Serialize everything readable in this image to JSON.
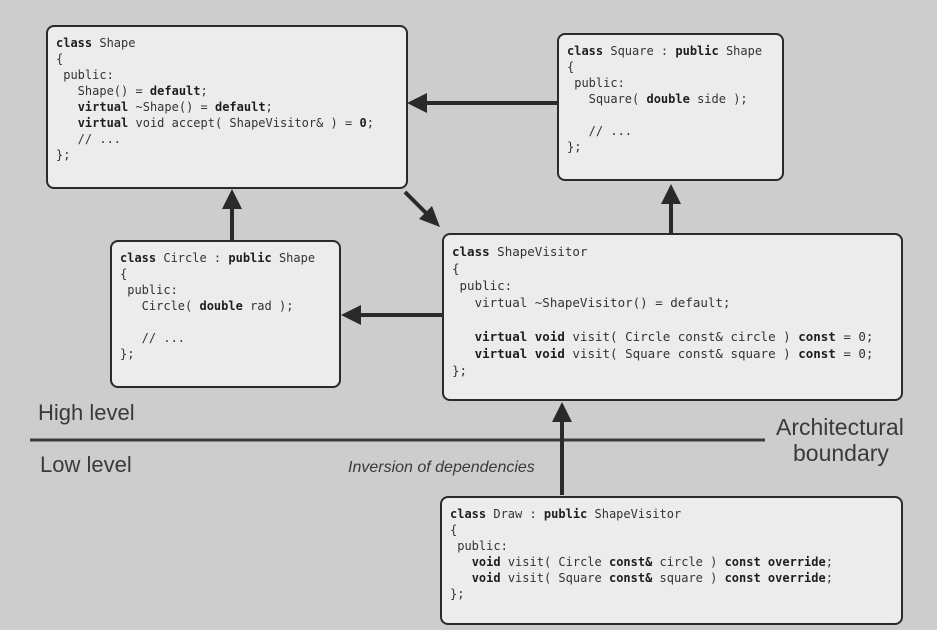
{
  "heading_fragment": "",
  "boxes": {
    "shape": {
      "lines": [
        [
          [
            "kw",
            "class"
          ],
          [
            "t",
            " Shape"
          ]
        ],
        [
          [
            "t",
            "{"
          ]
        ],
        [
          [
            "t",
            " public:"
          ]
        ],
        [
          [
            "t",
            "   Shape() = "
          ],
          [
            "kw",
            "default"
          ],
          [
            "t",
            ";"
          ]
        ],
        [
          [
            "t",
            "   "
          ],
          [
            "kw",
            "virtual"
          ],
          [
            "t",
            " ~Shape() = "
          ],
          [
            "kw",
            "default"
          ],
          [
            "t",
            ";"
          ]
        ],
        [
          [
            "t",
            "   "
          ],
          [
            "kw",
            "virtual"
          ],
          [
            "t",
            " void accept( ShapeVisitor& ) = "
          ],
          [
            "kw",
            "0"
          ],
          [
            "t",
            ";"
          ]
        ],
        [
          [
            "t",
            "   // ..."
          ]
        ],
        [
          [
            "t",
            "};"
          ]
        ]
      ]
    },
    "square": {
      "lines": [
        [
          [
            "kw",
            "class"
          ],
          [
            "t",
            " Square : "
          ],
          [
            "kw",
            "public"
          ],
          [
            "t",
            " Shape"
          ]
        ],
        [
          [
            "t",
            "{"
          ]
        ],
        [
          [
            "t",
            " public:"
          ]
        ],
        [
          [
            "t",
            "   Square( "
          ],
          [
            "kw",
            "double"
          ],
          [
            "t",
            " side );"
          ]
        ],
        [
          [
            "t",
            ""
          ]
        ],
        [
          [
            "t",
            "   // ..."
          ]
        ],
        [
          [
            "t",
            "};"
          ]
        ]
      ]
    },
    "circle": {
      "lines": [
        [
          [
            "kw",
            "class"
          ],
          [
            "t",
            " Circle : "
          ],
          [
            "kw",
            "public"
          ],
          [
            "t",
            " Shape"
          ]
        ],
        [
          [
            "t",
            "{"
          ]
        ],
        [
          [
            "t",
            " public:"
          ]
        ],
        [
          [
            "t",
            "   Circle( "
          ],
          [
            "kw",
            "double"
          ],
          [
            "t",
            " rad );"
          ]
        ],
        [
          [
            "t",
            ""
          ]
        ],
        [
          [
            "t",
            "   // ..."
          ]
        ],
        [
          [
            "t",
            "};"
          ]
        ]
      ]
    },
    "visitor": {
      "lines": [
        [
          [
            "kw",
            "class"
          ],
          [
            "t",
            " ShapeVisitor"
          ]
        ],
        [
          [
            "t",
            "{"
          ]
        ],
        [
          [
            "t",
            " public:"
          ]
        ],
        [
          [
            "t",
            "   virtual ~ShapeVisitor() = default;"
          ]
        ],
        [
          [
            "t",
            ""
          ]
        ],
        [
          [
            "t",
            "   "
          ],
          [
            "kw",
            "virtual void"
          ],
          [
            "t",
            " visit( Circle const& circle ) "
          ],
          [
            "kw",
            "const"
          ],
          [
            "t",
            " = 0;"
          ]
        ],
        [
          [
            "t",
            "   "
          ],
          [
            "kw",
            "virtual void"
          ],
          [
            "t",
            " visit( Square const& square ) "
          ],
          [
            "kw",
            "const"
          ],
          [
            "t",
            " = 0;"
          ]
        ],
        [
          [
            "t",
            "};"
          ]
        ]
      ]
    },
    "draw": {
      "lines": [
        [
          [
            "kw",
            "class"
          ],
          [
            "t",
            " Draw : "
          ],
          [
            "kw",
            "public"
          ],
          [
            "t",
            " ShapeVisitor"
          ]
        ],
        [
          [
            "t",
            "{"
          ]
        ],
        [
          [
            "t",
            " public:"
          ]
        ],
        [
          [
            "t",
            "   "
          ],
          [
            "kw",
            "void"
          ],
          [
            "t",
            " visit( Circle "
          ],
          [
            "kw",
            "const&"
          ],
          [
            "t",
            " circle ) "
          ],
          [
            "kw",
            "const override"
          ],
          [
            "t",
            ";"
          ]
        ],
        [
          [
            "t",
            "   "
          ],
          [
            "kw",
            "void"
          ],
          [
            "t",
            " visit( Square "
          ],
          [
            "kw",
            "const&"
          ],
          [
            "t",
            " square ) "
          ],
          [
            "kw",
            "const override"
          ],
          [
            "t",
            ";"
          ]
        ],
        [
          [
            "t",
            "};"
          ]
        ]
      ]
    }
  },
  "labels": {
    "high_level": "High level",
    "low_level": "Low level",
    "boundary_line1": "Architectural",
    "boundary_line2": "boundary",
    "inversion": "Inversion of dependencies"
  },
  "colors": {
    "background": "#cdcdce",
    "box_fill": "#ececec",
    "stroke": "#2a2a2a"
  }
}
